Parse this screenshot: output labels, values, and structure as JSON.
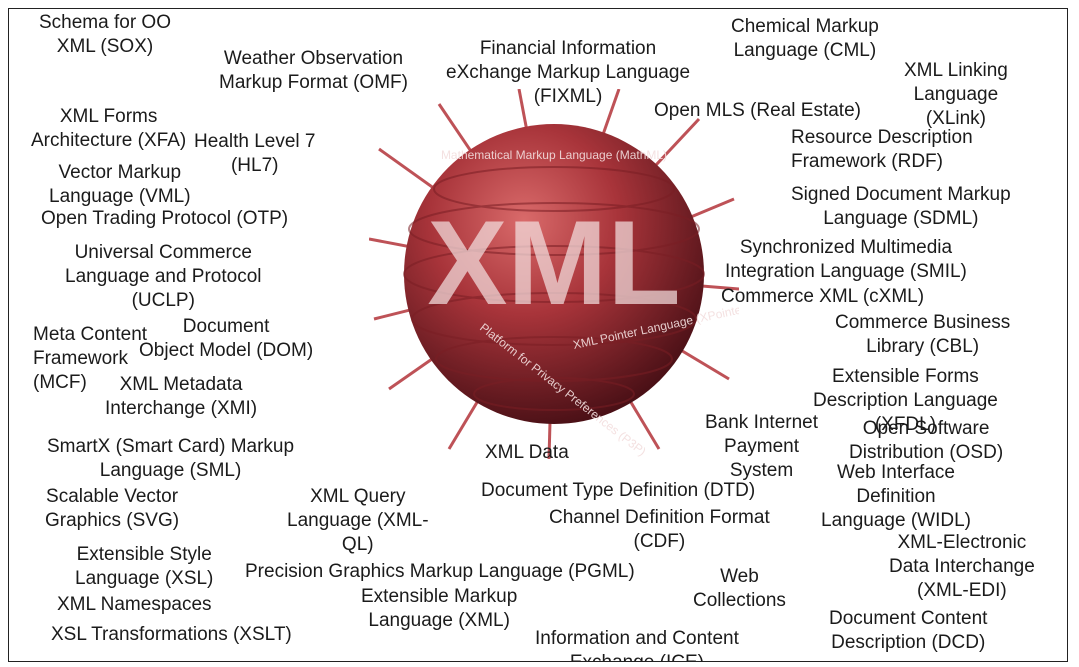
{
  "sphere": {
    "title": "XML",
    "inner_labels": [
      "Mathematical Markup Language (MathML)",
      "Platform for Privacy Preferences (P3P)",
      "XML Pointer Language (XPointer)"
    ]
  },
  "labels": [
    {
      "lines": [
        "Schema for OO",
        "XML (SOX)"
      ]
    },
    {
      "lines": [
        "Weather Observation",
        "Markup Format (OMF)"
      ]
    },
    {
      "lines": [
        "Financial Information",
        "eXchange Markup Language",
        "(FIXML)"
      ]
    },
    {
      "lines": [
        "Chemical Markup",
        "Language (CML)"
      ]
    },
    {
      "lines": [
        "XML Linking",
        "Language",
        "(XLink)"
      ]
    },
    {
      "lines": [
        "Open MLS (Real Estate)"
      ]
    },
    {
      "lines": [
        "XML Forms",
        "Architecture (XFA)"
      ]
    },
    {
      "lines": [
        "Health Level 7",
        "(HL7)"
      ]
    },
    {
      "lines": [
        "Resource Description",
        "Framework (RDF)"
      ]
    },
    {
      "lines": [
        "Vector Markup",
        "Language (VML)"
      ]
    },
    {
      "lines": [
        "Open Trading Protocol (OTP)"
      ]
    },
    {
      "lines": [
        "Signed Document Markup",
        "Language (SDML)"
      ]
    },
    {
      "lines": [
        "Universal Commerce",
        "Language and Protocol",
        "(UCLP)"
      ]
    },
    {
      "lines": [
        "Synchronized Multimedia",
        "Integration Language (SMIL)"
      ]
    },
    {
      "lines": [
        "Commerce XML (cXML)"
      ]
    },
    {
      "lines": [
        "Meta Content",
        "Framework",
        "(MCF)"
      ]
    },
    {
      "lines": [
        "Document",
        "Object Model (DOM)"
      ]
    },
    {
      "lines": [
        "Commerce Business",
        "Library (CBL)"
      ]
    },
    {
      "lines": [
        "XML Metadata",
        "Interchange (XMI)"
      ]
    },
    {
      "lines": [
        "Extensible Forms",
        "Description Language",
        "(XFDL)"
      ]
    },
    {
      "lines": [
        "Bank Internet",
        "Payment",
        "System"
      ]
    },
    {
      "lines": [
        "Open Software",
        "Distribution (OSD)"
      ]
    },
    {
      "lines": [
        "SmartX (Smart Card) Markup",
        "Language (SML)"
      ]
    },
    {
      "lines": [
        "XML Data"
      ]
    },
    {
      "lines": [
        "Web Interface",
        "Definition",
        "Language (WIDL)"
      ]
    },
    {
      "lines": [
        "Scalable Vector",
        "Graphics (SVG)"
      ]
    },
    {
      "lines": [
        "XML Query",
        "Language (XML-",
        "QL)"
      ]
    },
    {
      "lines": [
        "Document Type Definition (DTD)"
      ]
    },
    {
      "lines": [
        "Channel Definition Format",
        "(CDF)"
      ]
    },
    {
      "lines": [
        "XML-Electronic",
        "Data Interchange",
        "(XML-EDI)"
      ]
    },
    {
      "lines": [
        "Extensible Style",
        "Language (XSL)"
      ]
    },
    {
      "lines": [
        "Precision Graphics Markup Language (PGML)"
      ]
    },
    {
      "lines": [
        "Web",
        "Collections"
      ]
    },
    {
      "lines": [
        "XML Namespaces"
      ]
    },
    {
      "lines": [
        "Extensible Markup",
        "Language (XML)"
      ]
    },
    {
      "lines": [
        "Document Content",
        "Description (DCD)"
      ]
    },
    {
      "lines": [
        "XSL Transformations (XSLT)"
      ]
    },
    {
      "lines": [
        "Information and Content",
        "Exchange (ICE)"
      ]
    }
  ]
}
